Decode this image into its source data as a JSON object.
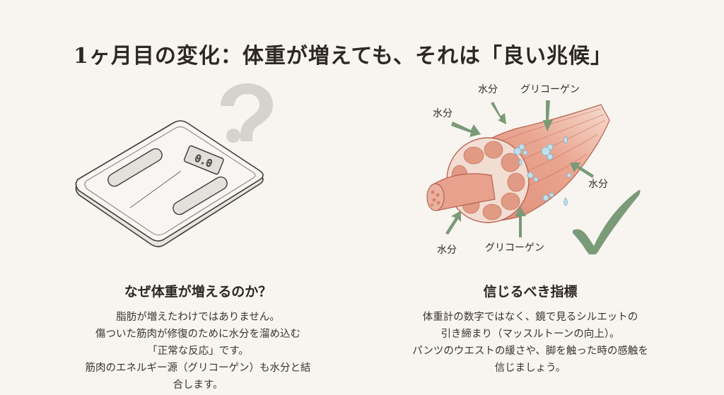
{
  "title": "1ヶ月目の変化：体重が増えても、それは「良い兆候」",
  "left": {
    "illustration": {
      "name": "bathroom-scale",
      "display_value": "0.0",
      "decoration": "question-mark"
    },
    "heading": "なぜ体重が増えるのか？",
    "lines": [
      "脂肪が増えたわけではありません。",
      "傷ついた筋肉が修復のために水分を溜め込む",
      "「正常な反応」です。",
      "筋肉のエネルギー源（グリコーゲン）も水分と結",
      "合します。"
    ]
  },
  "right": {
    "illustration": {
      "name": "muscle-cross-section",
      "labels": {
        "water_top_left": "水分",
        "water_top": "水分",
        "glycogen_top": "グリコーゲン",
        "water_right": "水分",
        "water_bottom_left": "水分",
        "glycogen_bottom": "グリコーゲン"
      },
      "decoration": "checkmark"
    },
    "heading": "信じるべき指標",
    "lines": [
      "体重計の数字ではなく、鏡で見るシルエットの",
      "引き締まり（マッスルトーンの向上）。",
      "パンツのウエストの緩さや、脚を触った時の感触を",
      "信じましょう。"
    ]
  },
  "colors": {
    "background": "#f8f5f0",
    "text": "#2b2622",
    "accent_green": "#7a9a78",
    "muscle": "#e49c86",
    "question_mark": "#d6d3ce"
  }
}
